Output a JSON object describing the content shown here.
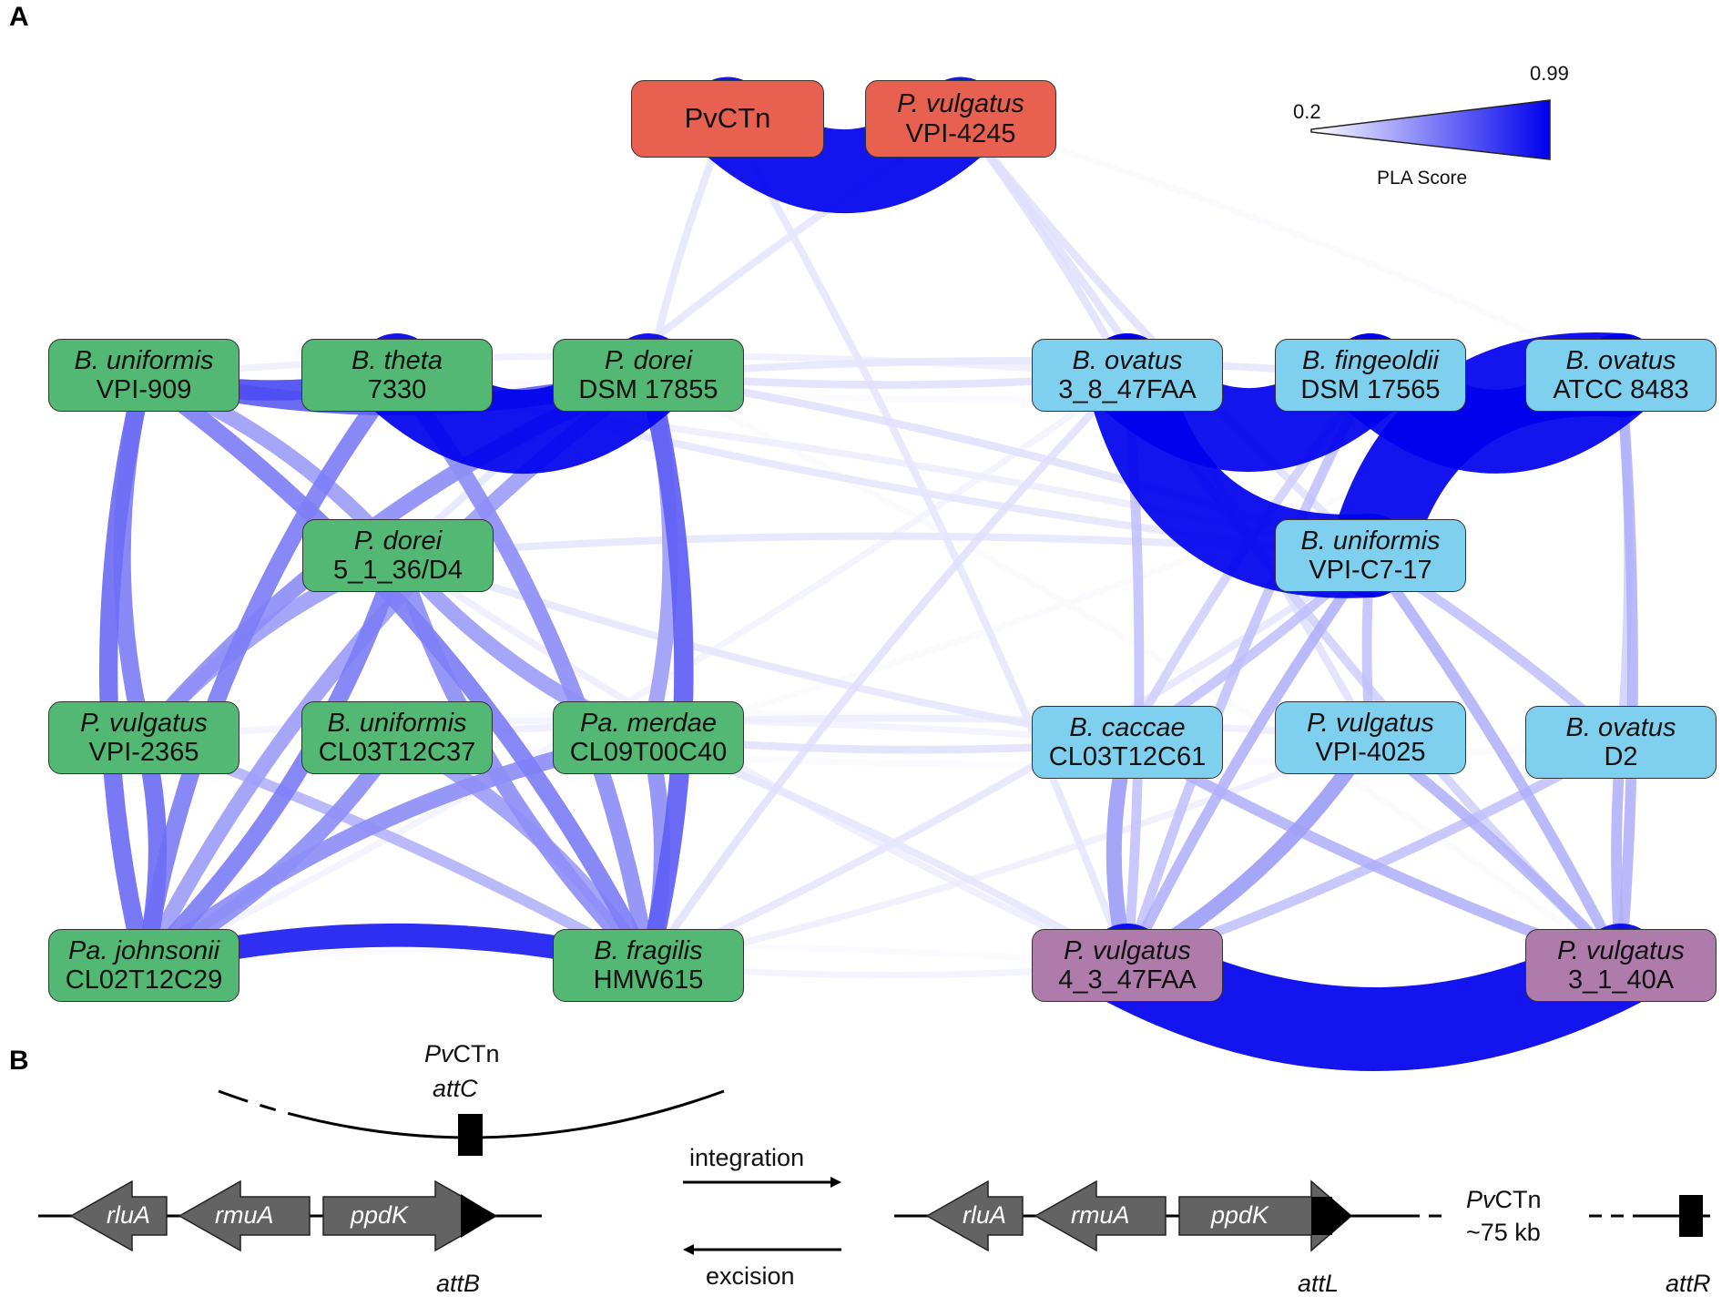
{
  "panels": {
    "a_label": "A",
    "b_label": "B"
  },
  "legend": {
    "min_label": "0.2",
    "max_label": "0.99",
    "title": "PLA Score",
    "min_color": "#ffffff",
    "max_color": "#0000ee"
  },
  "colors": {
    "red_group": "#e8604f",
    "green_group": "#52b874",
    "blue_group": "#7fcfee",
    "purple_group": "#ae7bab",
    "edge_strong": "#0000ee",
    "edge_mid": "#6b6bf2",
    "edge_weak": "#c9c9f7"
  },
  "nodes": [
    {
      "id": "pvctn",
      "group": "red",
      "single": "PvCTn"
    },
    {
      "id": "pv_vpi4245",
      "group": "red",
      "species": "P. vulgatus",
      "strain": "VPI-4245"
    },
    {
      "id": "bu_vpi909",
      "group": "green",
      "species": "B. uniformis",
      "strain": "VPI-909"
    },
    {
      "id": "bt_7330",
      "group": "green",
      "species": "B. theta",
      "strain": "7330"
    },
    {
      "id": "pd_dsm17855",
      "group": "green",
      "species": "P. dorei",
      "strain": "DSM 17855"
    },
    {
      "id": "pd_5136",
      "group": "green",
      "species": "P. dorei",
      "strain": "5_1_36/D4"
    },
    {
      "id": "pv_vpi2365",
      "group": "green",
      "species": "P. vulgatus",
      "strain": "VPI-2365"
    },
    {
      "id": "bu_cl03",
      "group": "green",
      "species": "B. uniformis",
      "strain": "CL03T12C37"
    },
    {
      "id": "pam_cl09",
      "group": "green",
      "species": "Pa. merdae",
      "strain": "CL09T00C40"
    },
    {
      "id": "paj_cl02",
      "group": "green",
      "species": "Pa. johnsonii",
      "strain": "CL02T12C29"
    },
    {
      "id": "bf_hmw615",
      "group": "green",
      "species": "B. fragilis",
      "strain": "HMW615"
    },
    {
      "id": "bo_3847",
      "group": "blue",
      "species": "B. ovatus",
      "strain": "3_8_47FAA"
    },
    {
      "id": "bfi_dsm17565",
      "group": "blue",
      "species": "B. fingeoldii",
      "strain": "DSM 17565"
    },
    {
      "id": "bo_atcc8483",
      "group": "blue",
      "species": "B. ovatus",
      "strain": "ATCC 8483"
    },
    {
      "id": "bu_vpic717",
      "group": "blue",
      "species": "B. uniformis",
      "strain": "VPI-C7-17"
    },
    {
      "id": "bc_cl03",
      "group": "blue",
      "species": "B. caccae",
      "strain": "CL03T12C61"
    },
    {
      "id": "pv_vpi4025",
      "group": "blue",
      "species": "P. vulgatus",
      "strain": "VPI-4025"
    },
    {
      "id": "bo_d2",
      "group": "blue",
      "species": "B. ovatus",
      "strain": "D2"
    },
    {
      "id": "pv_4347",
      "group": "purple",
      "species": "P. vulgatus",
      "strain": "4_3_47FAA"
    },
    {
      "id": "pv_3140",
      "group": "purple",
      "species": "P. vulgatus",
      "strain": "3_1_40A"
    }
  ],
  "edges": [
    {
      "a": "pvctn",
      "b": "pv_vpi4245",
      "score": 0.99
    },
    {
      "a": "bt_7330",
      "b": "pd_dsm17855",
      "score": 0.99
    },
    {
      "a": "bo_3847",
      "b": "bfi_dsm17565",
      "score": 0.99
    },
    {
      "a": "bfi_dsm17565",
      "b": "bo_atcc8483",
      "score": 0.99
    },
    {
      "a": "bo_3847",
      "b": "bu_vpic717",
      "score": 0.99
    },
    {
      "a": "bo_atcc8483",
      "b": "bu_vpic717",
      "score": 0.99
    },
    {
      "a": "pv_4347",
      "b": "pv_3140",
      "score": 0.99
    },
    {
      "a": "paj_cl02",
      "b": "bf_hmw615",
      "score": 0.9
    },
    {
      "a": "bu_vpi909",
      "b": "bt_7330",
      "score": 0.75
    },
    {
      "a": "bu_vpi909",
      "b": "pd_dsm17855",
      "score": 0.7
    },
    {
      "a": "pd_dsm17855",
      "b": "bf_hmw615",
      "score": 0.7
    },
    {
      "a": "bu_vpi909",
      "b": "paj_cl02",
      "score": 0.65
    },
    {
      "a": "bu_vpi909",
      "b": "pv_vpi2365",
      "score": 0.6
    },
    {
      "a": "pv_vpi2365",
      "b": "paj_cl02",
      "score": 0.65
    },
    {
      "a": "bu_vpi909",
      "b": "bf_hmw615",
      "score": 0.6
    },
    {
      "a": "bt_7330",
      "b": "paj_cl02",
      "score": 0.6
    },
    {
      "a": "pd_5136",
      "b": "paj_cl02",
      "score": 0.6
    },
    {
      "a": "pd_5136",
      "b": "bf_hmw615",
      "score": 0.55
    },
    {
      "a": "bu_cl03",
      "b": "paj_cl02",
      "score": 0.55
    },
    {
      "a": "pam_cl09",
      "b": "paj_cl02",
      "score": 0.55
    },
    {
      "a": "pam_cl09",
      "b": "bf_hmw615",
      "score": 0.55
    },
    {
      "a": "pd_dsm17855",
      "b": "pv_vpi2365",
      "score": 0.55
    },
    {
      "a": "bt_7330",
      "b": "bf_hmw615",
      "score": 0.55
    },
    {
      "a": "pd_5136",
      "b": "pv_vpi2365",
      "score": 0.5
    },
    {
      "a": "bu_cl03",
      "b": "bf_hmw615",
      "score": 0.5
    },
    {
      "a": "pd_dsm17855",
      "b": "paj_cl02",
      "score": 0.5
    },
    {
      "a": "bu_vpi909",
      "b": "pd_5136",
      "score": 0.5
    },
    {
      "a": "pd_5136",
      "b": "pam_cl09",
      "score": 0.5
    },
    {
      "a": "pd_dsm17855",
      "b": "pam_cl09",
      "score": 0.5
    },
    {
      "a": "pv_vpi2365",
      "b": "bf_hmw615",
      "score": 0.45
    },
    {
      "a": "bc_cl03",
      "b": "pv_4347",
      "score": 0.5
    },
    {
      "a": "pv_vpi4025",
      "b": "pv_4347",
      "score": 0.5
    },
    {
      "a": "bc_cl03",
      "b": "pv_3140",
      "score": 0.45
    },
    {
      "a": "pv_vpi4025",
      "b": "pv_3140",
      "score": 0.45
    },
    {
      "a": "bo_d2",
      "b": "pv_3140",
      "score": 0.45
    },
    {
      "a": "bo_atcc8483",
      "b": "pv_3140",
      "score": 0.45
    },
    {
      "a": "bo_3847",
      "b": "pv_4347",
      "score": 0.4
    },
    {
      "a": "bu_vpic717",
      "b": "pv_4347",
      "score": 0.45
    },
    {
      "a": "bu_vpic717",
      "b": "pv_3140",
      "score": 0.45
    },
    {
      "a": "bfi_dsm17565",
      "b": "pv_4347",
      "score": 0.4
    },
    {
      "a": "bo_d2",
      "b": "pv_4347",
      "score": 0.4
    },
    {
      "a": "bc_cl03",
      "b": "bu_vpic717",
      "score": 0.4
    },
    {
      "a": "pv_vpi4025",
      "b": "bu_vpic717",
      "score": 0.4
    },
    {
      "a": "bo_d2",
      "b": "bu_vpic717",
      "score": 0.4
    },
    {
      "a": "bo_3847",
      "b": "pv_3140",
      "score": 0.35
    },
    {
      "a": "bo_atcc8483",
      "b": "bo_d2",
      "score": 0.35
    },
    {
      "a": "bfi_dsm17565",
      "b": "bc_cl03",
      "score": 0.35
    },
    {
      "a": "pv_vpi4245",
      "b": "bo_3847",
      "score": 0.3
    },
    {
      "a": "pv_vpi4245",
      "b": "bu_vpic717",
      "score": 0.3
    },
    {
      "a": "pv_vpi4245",
      "b": "pv_vpi4025",
      "score": 0.3
    },
    {
      "a": "pvctn",
      "b": "pd_dsm17855",
      "score": 0.28
    },
    {
      "a": "pvctn",
      "b": "pv_4347",
      "score": 0.28
    },
    {
      "a": "pv_vpi4245",
      "b": "pd_5136",
      "score": 0.28
    },
    {
      "a": "pv_vpi4245",
      "b": "bo_atcc8483",
      "score": 0.22
    },
    {
      "a": "pd_dsm17855",
      "b": "bo_3847",
      "score": 0.3
    },
    {
      "a": "pd_dsm17855",
      "b": "bu_vpic717",
      "score": 0.3
    },
    {
      "a": "pd_dsm17855",
      "b": "bfi_dsm17565",
      "score": 0.28
    },
    {
      "a": "bt_7330",
      "b": "bu_vpic717",
      "score": 0.28
    },
    {
      "a": "bu_vpi909",
      "b": "bu_vpic717",
      "score": 0.26
    },
    {
      "a": "bu_vpi909",
      "b": "bo_3847",
      "score": 0.25
    },
    {
      "a": "pd_5136",
      "b": "bu_vpic717",
      "score": 0.28
    },
    {
      "a": "pd_5136",
      "b": "pv_4347",
      "score": 0.26
    },
    {
      "a": "pd_5136",
      "b": "bc_cl03",
      "score": 0.28
    },
    {
      "a": "pam_cl09",
      "b": "bc_cl03",
      "score": 0.3
    },
    {
      "a": "pam_cl09",
      "b": "pv_4347",
      "score": 0.28
    },
    {
      "a": "bf_hmw615",
      "b": "bo_3847",
      "score": 0.3
    },
    {
      "a": "bf_hmw615",
      "b": "bu_vpic717",
      "score": 0.28
    },
    {
      "a": "bf_hmw615",
      "b": "pv_vpi4025",
      "score": 0.25
    },
    {
      "a": "bf_hmw615",
      "b": "pv_4347",
      "score": 0.24
    },
    {
      "a": "bu_cl03",
      "b": "pv_vpi4025",
      "score": 0.26
    },
    {
      "a": "bu_cl03",
      "b": "bo_d2",
      "score": 0.22
    },
    {
      "a": "pv_vpi2365",
      "b": "bc_cl03",
      "score": 0.24
    },
    {
      "a": "paj_cl02",
      "b": "bo_3847",
      "score": 0.24
    },
    {
      "a": "paj_cl02",
      "b": "pv_4347",
      "score": 0.22
    },
    {
      "a": "bt_7330",
      "b": "bo_atcc8483",
      "score": 0.22
    },
    {
      "a": "pd_dsm17855",
      "b": "pv_3140",
      "score": 0.22
    },
    {
      "a": "pam_cl09",
      "b": "bo_atcc8483",
      "score": 0.22
    },
    {
      "a": "pv_vpi2365",
      "b": "pv_vpi4025",
      "score": 0.22
    }
  ],
  "panel_b": {
    "pvctn_title": "PvCTn",
    "attC": "attC",
    "genes_left": [
      "rluA",
      "rmuA",
      "ppdK"
    ],
    "genes_right": [
      "rluA",
      "rmuA",
      "ppdK"
    ],
    "attB": "attB",
    "attL": "attL",
    "attR": "attR",
    "integration": "integration",
    "excision": "excision",
    "insert_name": "PvCTn",
    "insert_size": "~75 kb"
  }
}
